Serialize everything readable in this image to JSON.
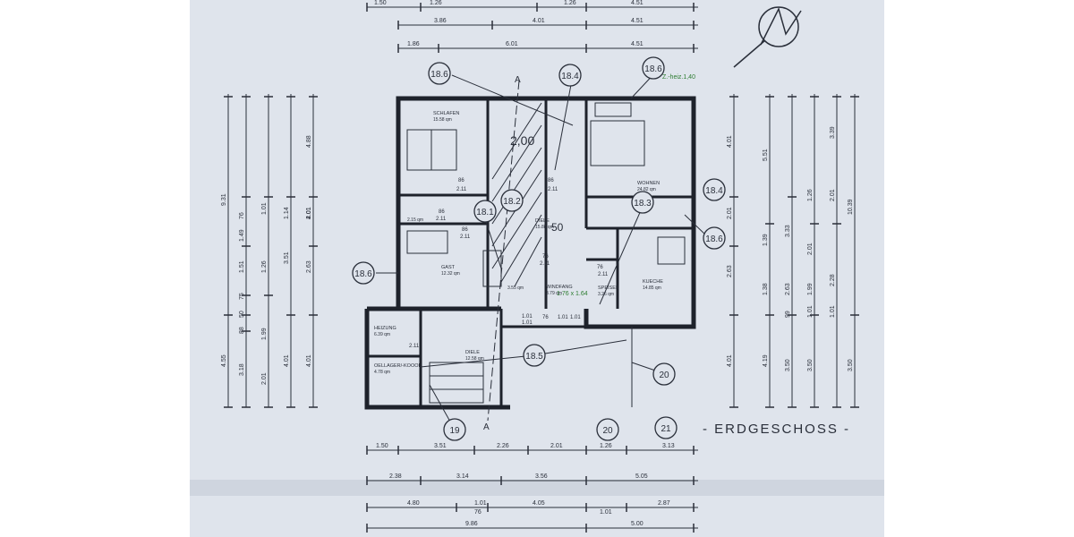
{
  "title": "- ERDGESCHOSS -",
  "north_symbol": "north-arrow",
  "colors": {
    "paper": "#dfe4ec",
    "ink": "#2a2f3a",
    "grid": "#3a4050",
    "note": "#2e7d32"
  },
  "section_marks": [
    {
      "id": "sec-top",
      "label": "A"
    },
    {
      "id": "sec-bottom",
      "label": "A"
    }
  ],
  "annotation": "Z.-heiz.1,40",
  "stair": {
    "top_label": "2,00",
    "mid_label": "50"
  },
  "entrance_note": "1.76 x 1.64",
  "rooms": [
    {
      "id": "schlafen",
      "name": "SCHLAFEN",
      "area": "15.58 qm"
    },
    {
      "id": "wohnen",
      "name": "WOHNEN",
      "area": "24.82 qm"
    },
    {
      "id": "gast",
      "name": "GAST",
      "area": "12.32 qm"
    },
    {
      "id": "kueche",
      "name": "KUECHE",
      "area": "14.85 qm"
    },
    {
      "id": "speisek",
      "name": "SPEISEK",
      "area": "3.26 qm"
    },
    {
      "id": "windfang",
      "name": "WINDFANG",
      "area": "3.79 qm"
    },
    {
      "id": "diele",
      "name": "DIELE",
      "area": "12.58 qm"
    },
    {
      "id": "diele2",
      "name": "DIELE",
      "area": "15.88 qm"
    },
    {
      "id": "heizung",
      "name": "HEIZUNG",
      "area": "6.39 qm"
    },
    {
      "id": "kellerlager",
      "name": "OELLAGER/-KOOOL",
      "area": "4.78 qm"
    },
    {
      "id": "bad",
      "name": "",
      "area": "3.55 qm"
    },
    {
      "id": "wc",
      "name": "",
      "area": "2.15 qm"
    }
  ],
  "circle_refs": [
    "18.6",
    "18.4",
    "18.6",
    "18.1",
    "18.2",
    "18.3",
    "18.4",
    "18.6",
    "18.6",
    "18.5",
    "19",
    "20",
    "20",
    "21"
  ],
  "door_labels": [
    "86",
    "2.11",
    "86",
    "2.11",
    "86",
    "2.11",
    "86",
    "2.11",
    "76",
    "2.11",
    "76",
    "2.11",
    "1.01",
    "1.01",
    "76",
    "1.01",
    "1.01",
    "2.11"
  ],
  "top_dims": {
    "row1": [
      "1.50",
      "1.26",
      "1.26",
      "4.51"
    ],
    "row2": [
      "3.86",
      "4.01",
      "4.51"
    ],
    "row3": [
      "1.86",
      "6.01",
      "4.51"
    ]
  },
  "bottom_dims": {
    "row1": [
      "1.50",
      "3.51",
      "2.26",
      "2.01",
      "1.26",
      "3.13"
    ],
    "row2": [
      "2.38",
      "3.14",
      "3.56",
      "5.05"
    ],
    "row3": [
      "4.80",
      "1.01",
      "4.05",
      "2.87"
    ],
    "row3b": [
      "76",
      "1.01"
    ],
    "row4": [
      "9.86",
      "5.00"
    ]
  },
  "left_dims": {
    "col1": [
      "9.31",
      "4.55"
    ],
    "col2": [
      "76",
      "1.49",
      "1.51",
      "75",
      "50",
      "88",
      "3.18"
    ],
    "col3": [
      "1.01",
      "1.26",
      "1.99",
      "2.01"
    ],
    "col4": [
      "1.14",
      "3.51",
      "4.01"
    ],
    "col5": [
      "4.88",
      "4.01",
      "2.01",
      "2.63",
      "4.01"
    ]
  },
  "right_dims": {
    "col1": [
      "4.01",
      "2.01",
      "2.63",
      "4.01"
    ],
    "col2": [
      "5.51",
      "1.39",
      "1.38",
      "4.19"
    ],
    "col3": [
      "3.33",
      "2.63",
      "99",
      "3.50"
    ],
    "col4": [
      "1.26",
      "2.01",
      "1.99",
      "1.01",
      "3.50"
    ],
    "col5": [
      "3.39",
      "2.01",
      "2.28",
      "1.01"
    ],
    "col6": [
      "10.39",
      "3.50"
    ]
  }
}
